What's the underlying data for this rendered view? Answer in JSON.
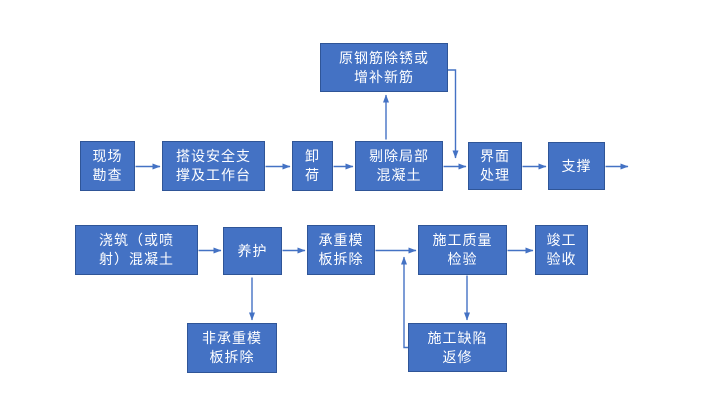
{
  "diagram": {
    "type": "flowchart",
    "language": "zh-CN",
    "colors": {
      "background": "#FFFFFF",
      "node_fill": "#4472C4",
      "node_border": "#2F5597",
      "node_text": "#FFFFFF",
      "connector": "#4472C4"
    },
    "nodes": {
      "rebar_treatment": {
        "label": "原钢筋除锈或\n增补新筋"
      },
      "site_survey": {
        "label": "现场\n勘查"
      },
      "scaffolding": {
        "label": "搭设安全支\n撑及工作台"
      },
      "unloading": {
        "label": "卸\n荷"
      },
      "concrete_removal": {
        "label": "剔除局部\n混凝土"
      },
      "interface_treatment": {
        "label": "界面\n处理"
      },
      "support": {
        "label": "支撑"
      },
      "concrete_pouring": {
        "label": "浇筑（或喷\n射）混凝土"
      },
      "curing": {
        "label": "养护"
      },
      "bearing_formwork_removal": {
        "label": "承重模\n板拆除"
      },
      "quality_inspection": {
        "label": "施工质量\n检验"
      },
      "completion_acceptance": {
        "label": "竣工\n验收"
      },
      "non_bearing_formwork_removal": {
        "label": "非承重模\n板拆除"
      },
      "defect_repair": {
        "label": "施工缺陷\n返修"
      }
    },
    "edges": [
      {
        "from": "site_survey",
        "to": "scaffolding"
      },
      {
        "from": "scaffolding",
        "to": "unloading"
      },
      {
        "from": "unloading",
        "to": "concrete_removal"
      },
      {
        "from": "concrete_removal",
        "to": "rebar_treatment"
      },
      {
        "from": "concrete_removal",
        "to": "interface_treatment"
      },
      {
        "from": "rebar_treatment",
        "to": "interface_treatment"
      },
      {
        "from": "interface_treatment",
        "to": "support"
      },
      {
        "from": "support",
        "to": null
      },
      {
        "from": "concrete_pouring",
        "to": "curing"
      },
      {
        "from": "curing",
        "to": "bearing_formwork_removal"
      },
      {
        "from": "curing",
        "to": "non_bearing_formwork_removal"
      },
      {
        "from": "bearing_formwork_removal",
        "to": "quality_inspection"
      },
      {
        "from": "quality_inspection",
        "to": "completion_acceptance"
      },
      {
        "from": "quality_inspection",
        "to": "defect_repair"
      },
      {
        "from": "defect_repair",
        "to": "quality_inspection"
      }
    ]
  }
}
